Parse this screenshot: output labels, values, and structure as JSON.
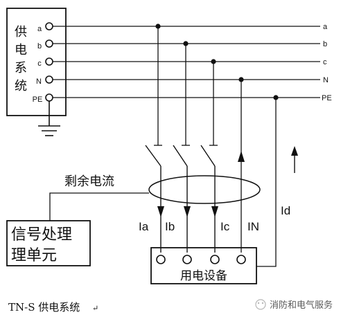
{
  "supply": {
    "label_chars": [
      "供",
      "电",
      "系",
      "统"
    ],
    "terminals": [
      "a",
      "b",
      "c",
      "N",
      "PE"
    ]
  },
  "bus_labels": [
    "a",
    "b",
    "c",
    "N",
    "PE"
  ],
  "residual_current_label": "剩余电流",
  "signal_unit": {
    "line1": "信号处理",
    "line2": "理单元"
  },
  "currents": {
    "ia": "Ia",
    "ib": "Ib",
    "ic": "Ic",
    "in": "IN",
    "id": "Id"
  },
  "equipment_label": "用电设备",
  "caption": "TN-S 供电系统",
  "watermark": "消防和电气服务"
}
